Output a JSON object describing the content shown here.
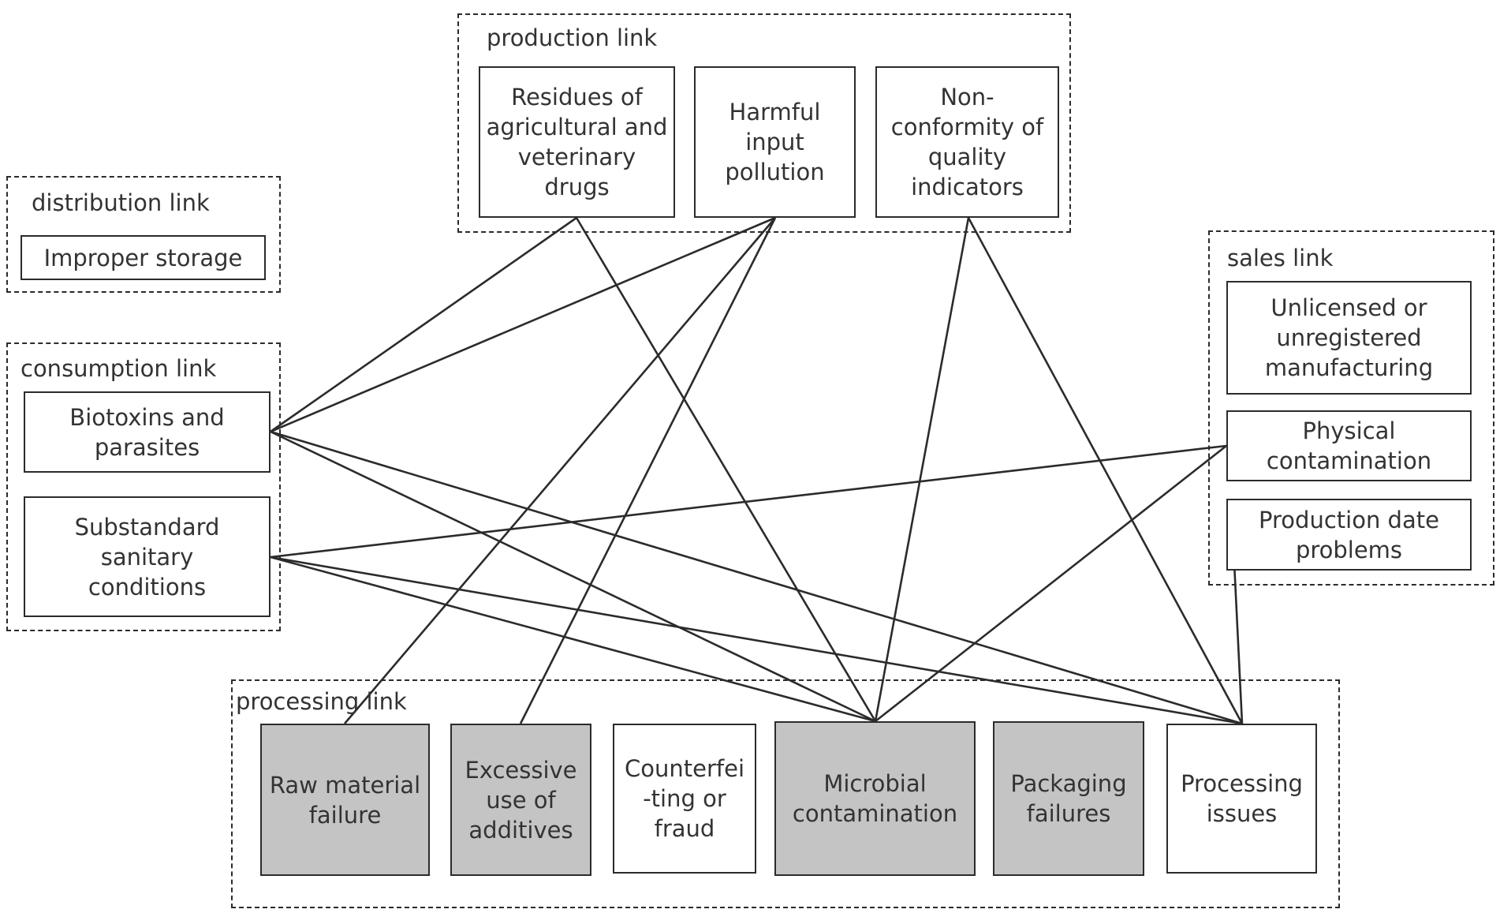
{
  "groups": {
    "production": {
      "label": "production link",
      "nodes": {
        "residues": {
          "label": "Residues of\nagricultural and\nveterinary\ndrugs",
          "highlighted": false
        },
        "harmful_input": {
          "label": "Harmful\ninput\npollution",
          "highlighted": false
        },
        "nonconformity": {
          "label": "Non-\nconformity of\nquality\nindicators",
          "highlighted": false
        }
      }
    },
    "distribution": {
      "label": "distribution link",
      "nodes": {
        "improper_storage": {
          "label": "Improper storage",
          "highlighted": false
        }
      }
    },
    "consumption": {
      "label": "consumption link",
      "nodes": {
        "biotoxins": {
          "label": "Biotoxins and\nparasites",
          "highlighted": false
        },
        "substandard": {
          "label": "Substandard\nsanitary\nconditions",
          "highlighted": false
        }
      }
    },
    "sales": {
      "label": "sales link",
      "nodes": {
        "unlicensed": {
          "label": "Unlicensed or\nunregistered\nmanufacturing",
          "highlighted": false
        },
        "physical": {
          "label": "Physical\ncontamination",
          "highlighted": false
        },
        "production_date": {
          "label": "Production date\nproblems",
          "highlighted": false
        }
      }
    },
    "processing": {
      "label": "processing link",
      "nodes": {
        "raw_material": {
          "label": "Raw material\nfailure",
          "highlighted": true
        },
        "additives": {
          "label": "Excessive\nuse of\nadditives",
          "highlighted": true
        },
        "counterfeiting": {
          "label": "Counterfei\n-ting or\nfraud",
          "highlighted": false
        },
        "microbial": {
          "label": "Microbial\ncontamination",
          "highlighted": true
        },
        "packaging": {
          "label": "Packaging\nfailures",
          "highlighted": true
        },
        "processing_issues": {
          "label": "Processing\nissues",
          "highlighted": false
        }
      }
    }
  },
  "connections": [
    [
      "residues",
      "biotoxins"
    ],
    [
      "residues",
      "microbial"
    ],
    [
      "harmful_input",
      "biotoxins"
    ],
    [
      "harmful_input",
      "raw_material"
    ],
    [
      "harmful_input",
      "additives"
    ],
    [
      "nonconformity",
      "microbial"
    ],
    [
      "nonconformity",
      "processing_issues"
    ],
    [
      "biotoxins",
      "microbial"
    ],
    [
      "biotoxins",
      "processing_issues"
    ],
    [
      "substandard",
      "physical"
    ],
    [
      "substandard",
      "microbial"
    ],
    [
      "substandard",
      "processing_issues"
    ],
    [
      "physical",
      "microbial"
    ],
    [
      "production_date",
      "processing_issues"
    ]
  ],
  "colors": {
    "line": "#2b2b2b",
    "text": "#333333",
    "highlight_fill": "#c4c4c4",
    "default_fill": "#ffffff"
  }
}
